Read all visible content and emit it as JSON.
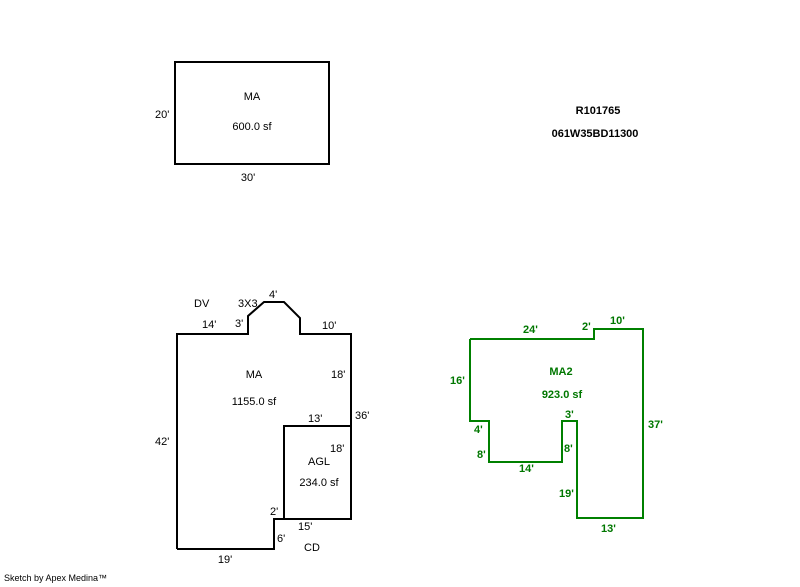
{
  "colors": {
    "main": "#000000",
    "ma2": "#008000",
    "ma2_text": "#007700"
  },
  "parcel": {
    "id": "R101765",
    "map_number": "061W35BD11300"
  },
  "footer": "Sketch by Apex Medina™",
  "top_sketch": {
    "label": "MA",
    "area": "600.0 sf",
    "dims": {
      "left": "20'",
      "bottom": "30'"
    }
  },
  "main_sketch": {
    "labels": {
      "dv": "DV",
      "bay": "3X3",
      "ma": "MA",
      "ma_area": "1155.0 sf",
      "agl": "AGL",
      "agl_area": "234.0 sf",
      "cd": "CD"
    },
    "dims": {
      "top_left": "14'",
      "bay_side": "3'",
      "bay_top": "4'",
      "top_right": "10'",
      "right_upper": "18'",
      "right_total": "36'",
      "agl_top": "13'",
      "agl_side": "18'",
      "left": "42'",
      "step": "2'",
      "agl_bottom": "15'",
      "cd_side": "6'",
      "bottom": "19'"
    }
  },
  "ma2_sketch": {
    "label": "MA2",
    "area": "923.0 sf",
    "dims": {
      "top": "24'",
      "step_up": "2'",
      "top_right": "10'",
      "left": "16'",
      "right": "37'",
      "inset_top": "3'",
      "inset_side": "8'",
      "notch_left": "4'",
      "notch_side": "8'",
      "notch_bottom": "14'",
      "lower_side": "19'",
      "bottom": "13'"
    }
  }
}
